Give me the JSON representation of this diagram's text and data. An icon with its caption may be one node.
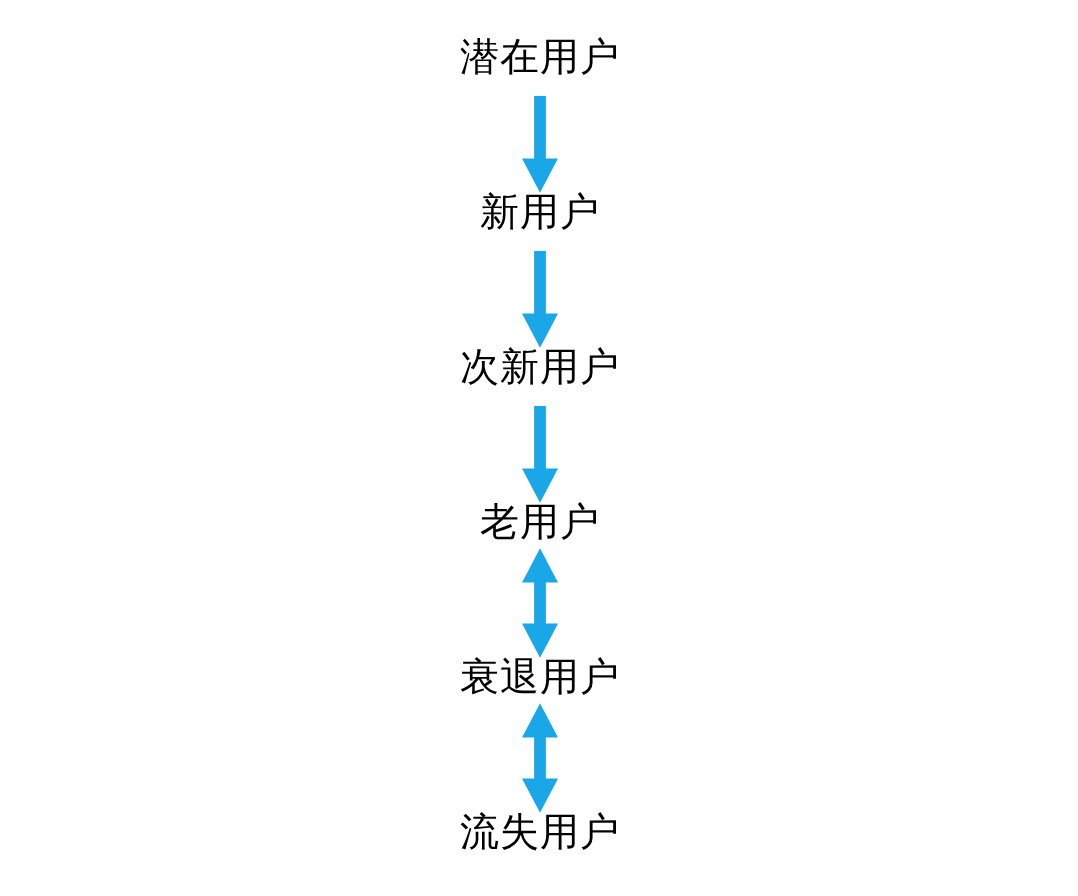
{
  "diagram": {
    "nodes": [
      {
        "text": [
          "潜在用户"
        ]
      },
      {
        "text": [
          "新用户"
        ]
      },
      {
        "text": [
          "次新用户"
        ]
      },
      {
        "text": [
          "老用户"
        ]
      },
      {
        "text": [
          "衰退用户"
        ]
      },
      {
        "text": [
          "流失用户"
        ]
      }
    ],
    "edges": [
      {
        "from": 0,
        "to": 1,
        "arrow": "to"
      },
      {
        "from": 1,
        "to": 2,
        "arrow": "to"
      },
      {
        "from": 2,
        "to": 3,
        "arrow": "to"
      },
      {
        "from": 3,
        "to": 4,
        "arrow": "both"
      },
      {
        "from": 4,
        "to": 5,
        "arrow": "both"
      }
    ]
  }
}
